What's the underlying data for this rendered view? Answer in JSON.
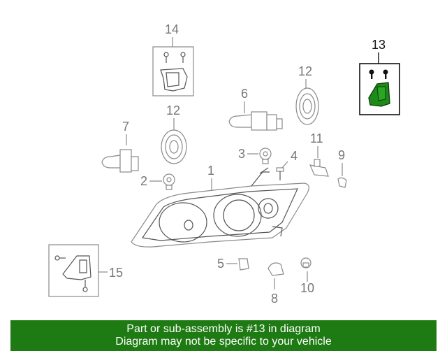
{
  "callouts": {
    "c1": "1",
    "c2": "2",
    "c3": "3",
    "c4": "4",
    "c5": "5",
    "c6": "6",
    "c7": "7",
    "c8": "8",
    "c9": "9",
    "c10": "10",
    "c11": "11",
    "c12a": "12",
    "c12b": "12",
    "c13": "13",
    "c14": "14",
    "c15": "15"
  },
  "highlight_color": "#1e7a12",
  "banner": {
    "line1": "Part or sub-assembly is #13 in diagram",
    "line2": "Diagram may not be specific to your vehicle"
  }
}
